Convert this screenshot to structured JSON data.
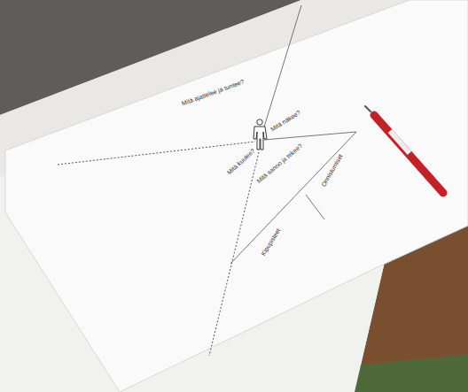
{
  "diagram": {
    "labels": [
      "Mitä ajattelee ja tuntee?",
      "Mitä näkee?",
      "Mitä kuulee?",
      "Mitä sanoo ja tekee?",
      "Onnistumiset",
      "Kipupisteet"
    ]
  }
}
